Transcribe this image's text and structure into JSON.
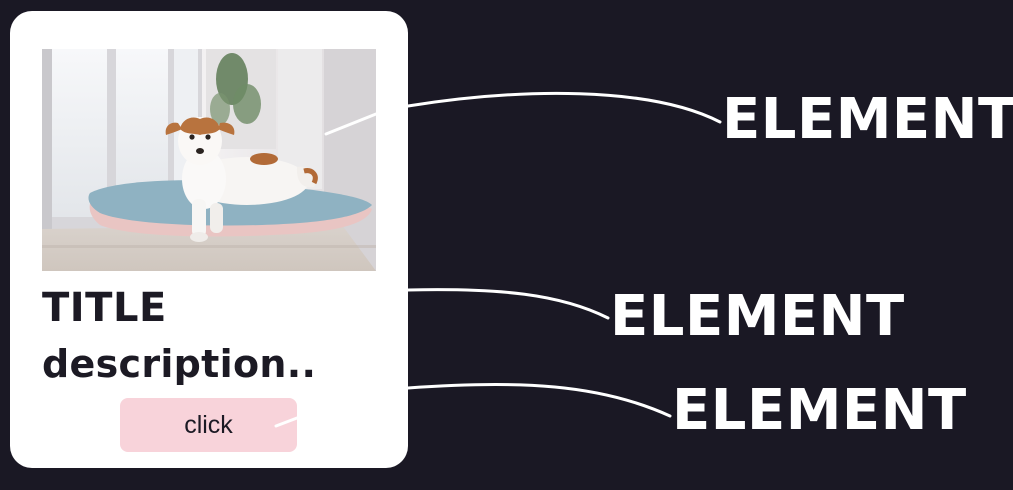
{
  "card": {
    "title": "TITLE",
    "description": "description..",
    "button_label": "click"
  },
  "callouts": [
    "ELEMENT",
    "ELEMENT",
    "ELEMENT"
  ],
  "colors": {
    "background": "#1a1824",
    "card": "#ffffff",
    "button": "#f8d3da",
    "text_dark": "#1c1a24",
    "callout_text": "#ffffff"
  }
}
